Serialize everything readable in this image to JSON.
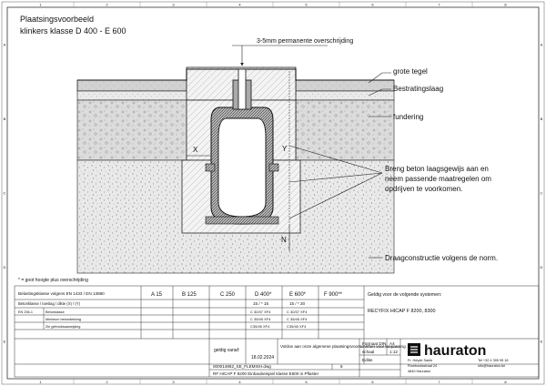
{
  "header": {
    "title_line1": "Plaatsingsvoorbeeld",
    "title_line2": "klinkers klasse D 400 - E 600"
  },
  "diagram": {
    "dimension_label": "3-5mm permanente overschrijding",
    "callouts": {
      "tile": "grote tegel",
      "paving": "Bestratingslaag",
      "foundation": "fundering",
      "concrete_line1": "Breng beton laagsgewijs aan en",
      "concrete_line2": "neem passende maatregelen om",
      "concrete_line3": "opdrijven te voorkomen.",
      "base": "Draagconstructie volgens de norm."
    },
    "dim_x": "X",
    "dim_y": "Y",
    "dim_n": "N",
    "footnote": "* = goot hoogte plus overschrijding"
  },
  "grid": {
    "top": [
      "1",
      "2",
      "3",
      "4",
      "5",
      "6",
      "7",
      "8"
    ],
    "side": [
      "A",
      "B",
      "C",
      "D",
      "E"
    ]
  },
  "table": {
    "row_labels": [
      "Belastingsklasse volgens EN 1433 / EN 13880",
      "Betonklasse / toeslag / dikte (X) / (Y)",
      "EN 206-1",
      "Betonklasse",
      "Minimum betondekking",
      "Zie gebruiksaanwijzing"
    ],
    "classes": [
      "A 15",
      "B 125",
      "C 250",
      "D 400*",
      "E 600*",
      "F 900**"
    ],
    "d400": [
      "15 / * 15",
      "C 30/37 XF4",
      "C 35/45 XF4",
      "C35/45 XF4"
    ],
    "e600": [
      "15 / * 20",
      "C 30/37 XF4",
      "C 35/45 XF4",
      "C35/45 XF4"
    ],
    "valid_label": "Geldig voor de volgende systemen:",
    "system": "RECYFIX HICAP F 8200, 8300",
    "valid_from_label": "geldig vanaf:",
    "valid_from": "18.02.2024",
    "note": "Voldoe aan onze algemene plaatsingsvoorschriften voor toepassing.",
    "format_label": "Formaat DIN",
    "format_value": "A4",
    "scale_label": "schaal",
    "scale_value": "1:12",
    "edition_label": "Editie",
    "file": "000014862_SE_FLEMISH.dwg",
    "sheet_no": "6",
    "title_bottom": "RF HICAP F 8200 Einbaubeispiel klasse E600 in Pflaster"
  },
  "company": {
    "brand": "hauraton",
    "addr1": "Fr. Heyde Sanle",
    "addr2": "Romboutsstraat 24",
    "addr3": "4840 Hauraton",
    "phone": "Tel +32 4 395 95 18",
    "email": "info@hauraton.be"
  }
}
